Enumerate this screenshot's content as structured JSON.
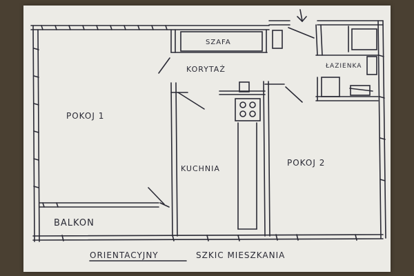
{
  "labels": {
    "room1": "POKOJ 1",
    "room2": "POKOJ 2",
    "corridor": "KORYTAŻ",
    "wardrobe": "SZAFA",
    "kitchen": "KUCHNIA",
    "bathroom": "ŁAZIENKA",
    "balcony": "BALKON"
  },
  "caption": {
    "underlined": "ORIENTACYJNY",
    "rest": "SZKIC MIESZKANIA"
  },
  "colors": {
    "paper": "#ecebe6",
    "ink": "#2a2a35",
    "background": "#4a4032"
  }
}
